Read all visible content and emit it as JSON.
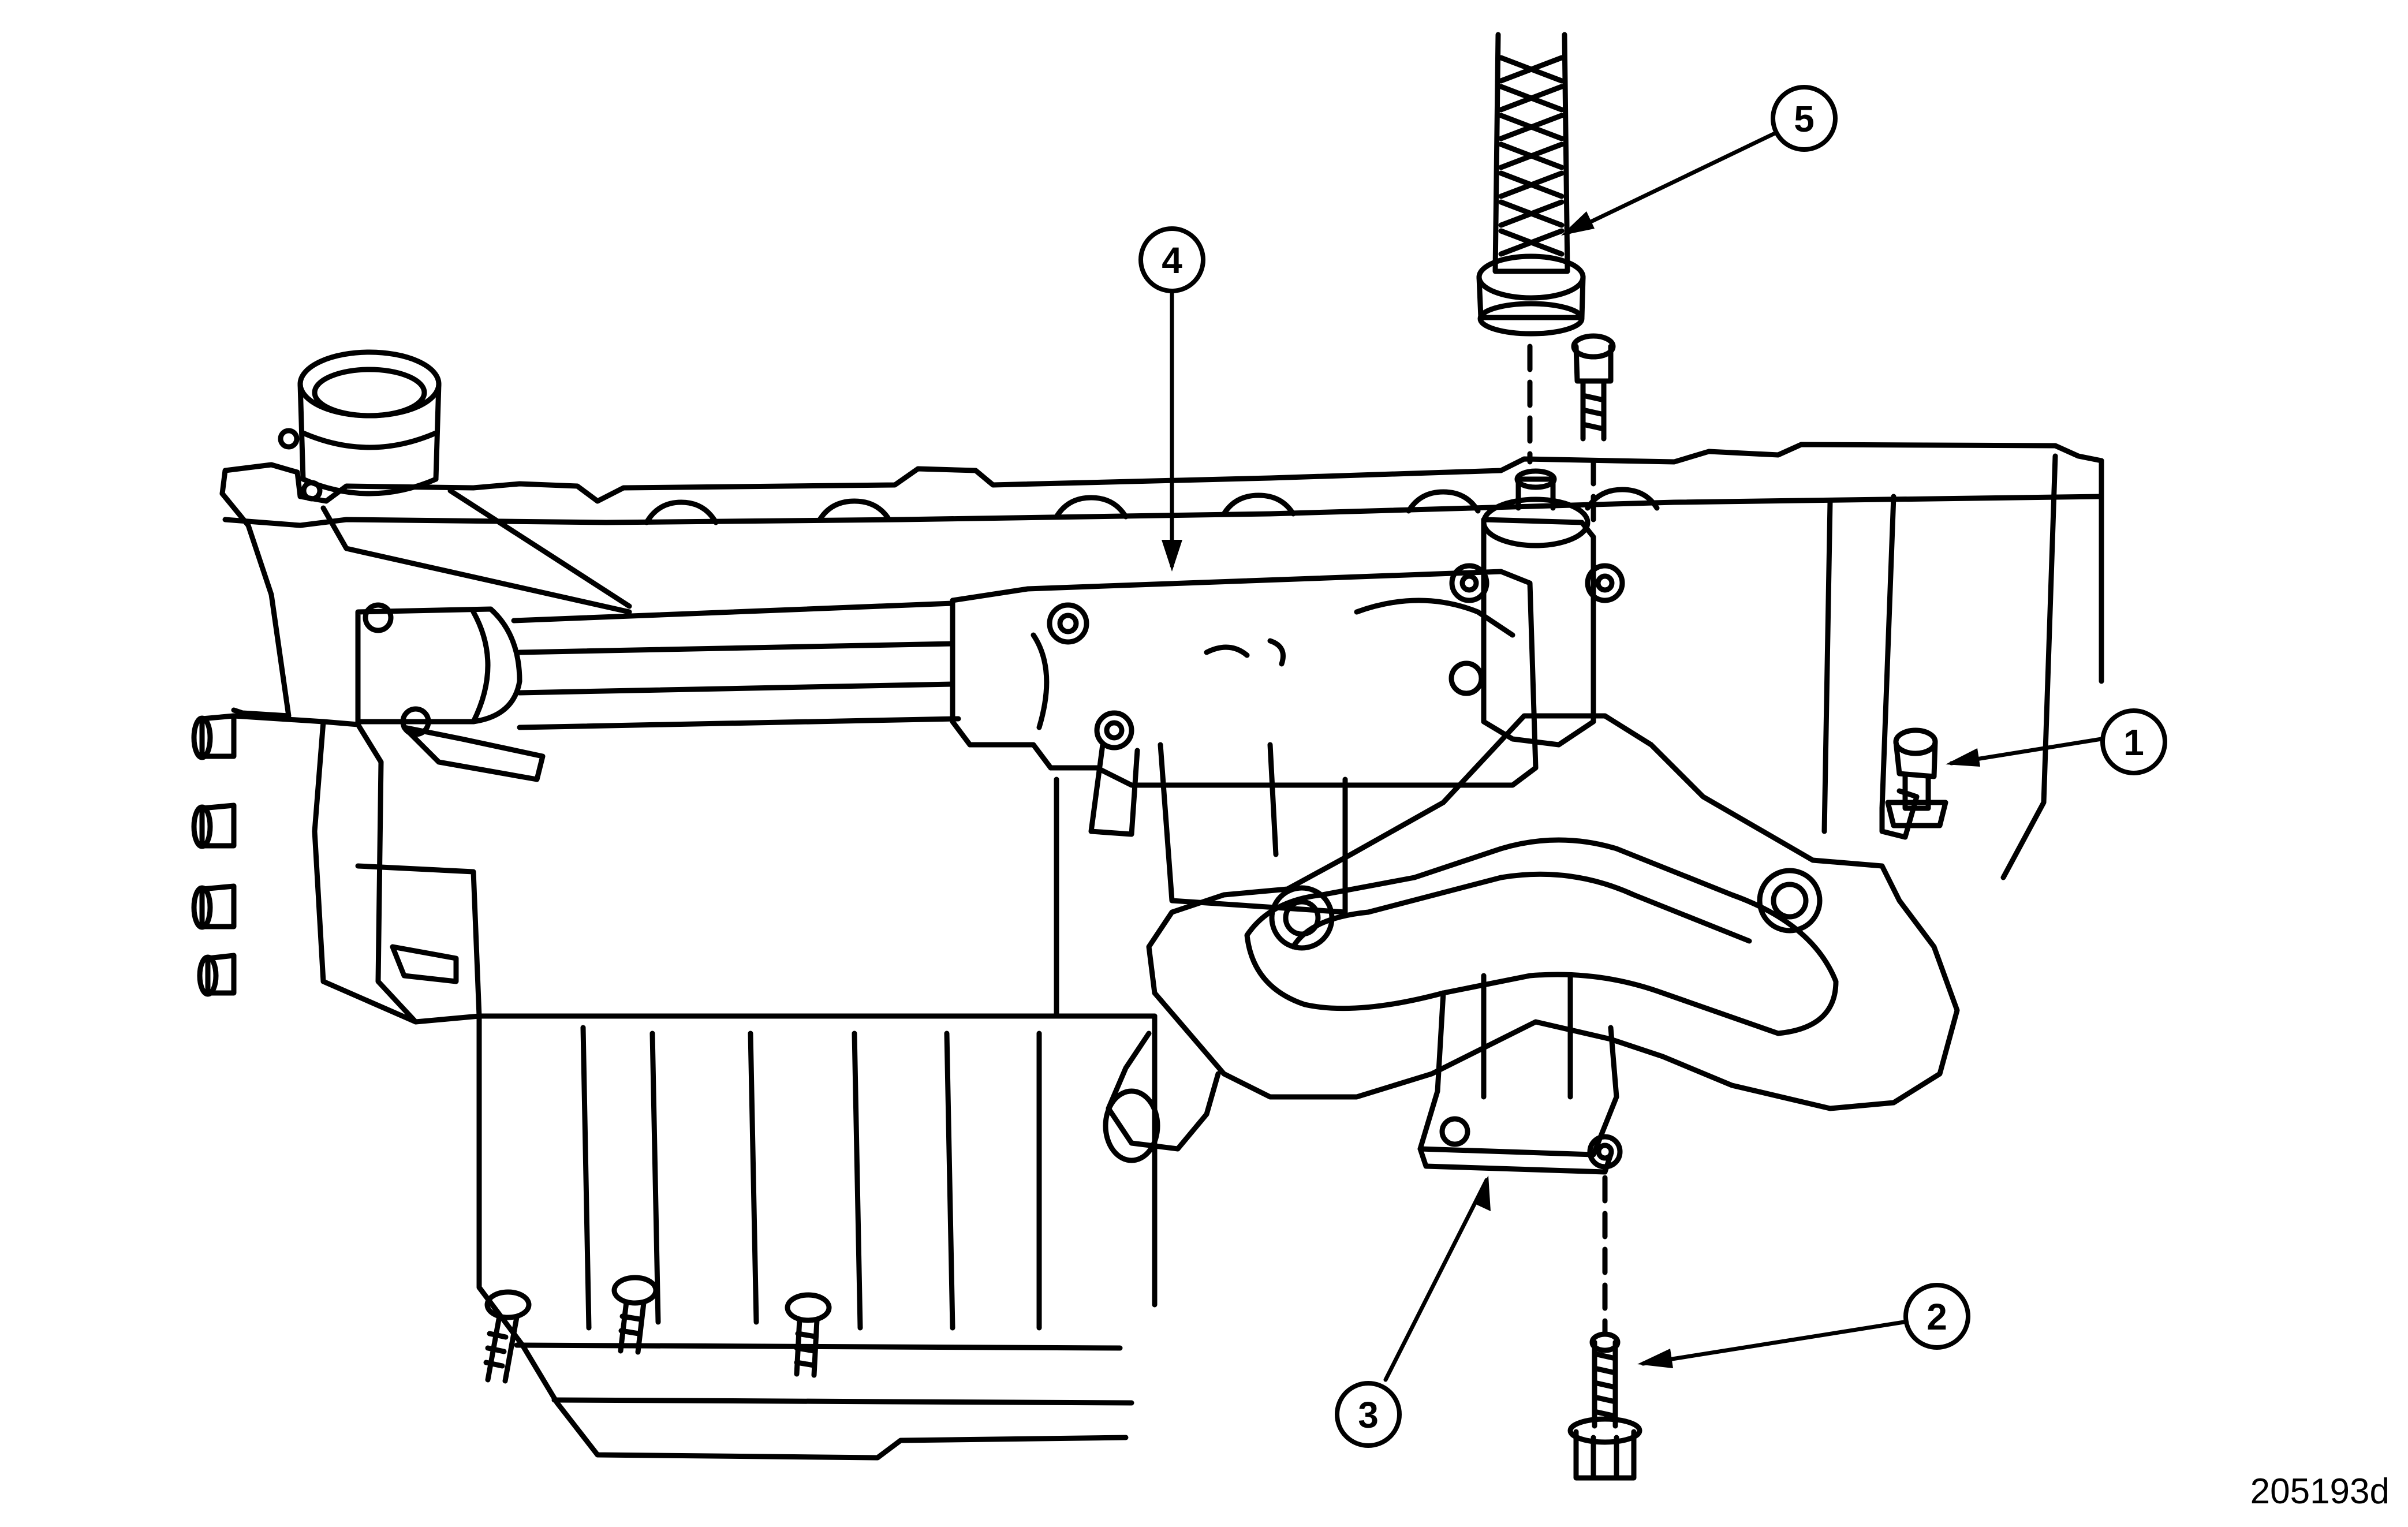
{
  "figure": {
    "id": "205193d"
  },
  "callouts": [
    {
      "number": "1"
    },
    {
      "number": "2"
    },
    {
      "number": "3"
    },
    {
      "number": "4"
    },
    {
      "number": "5"
    }
  ],
  "colors": {
    "ink": "#000000",
    "paper": "#ffffff"
  }
}
